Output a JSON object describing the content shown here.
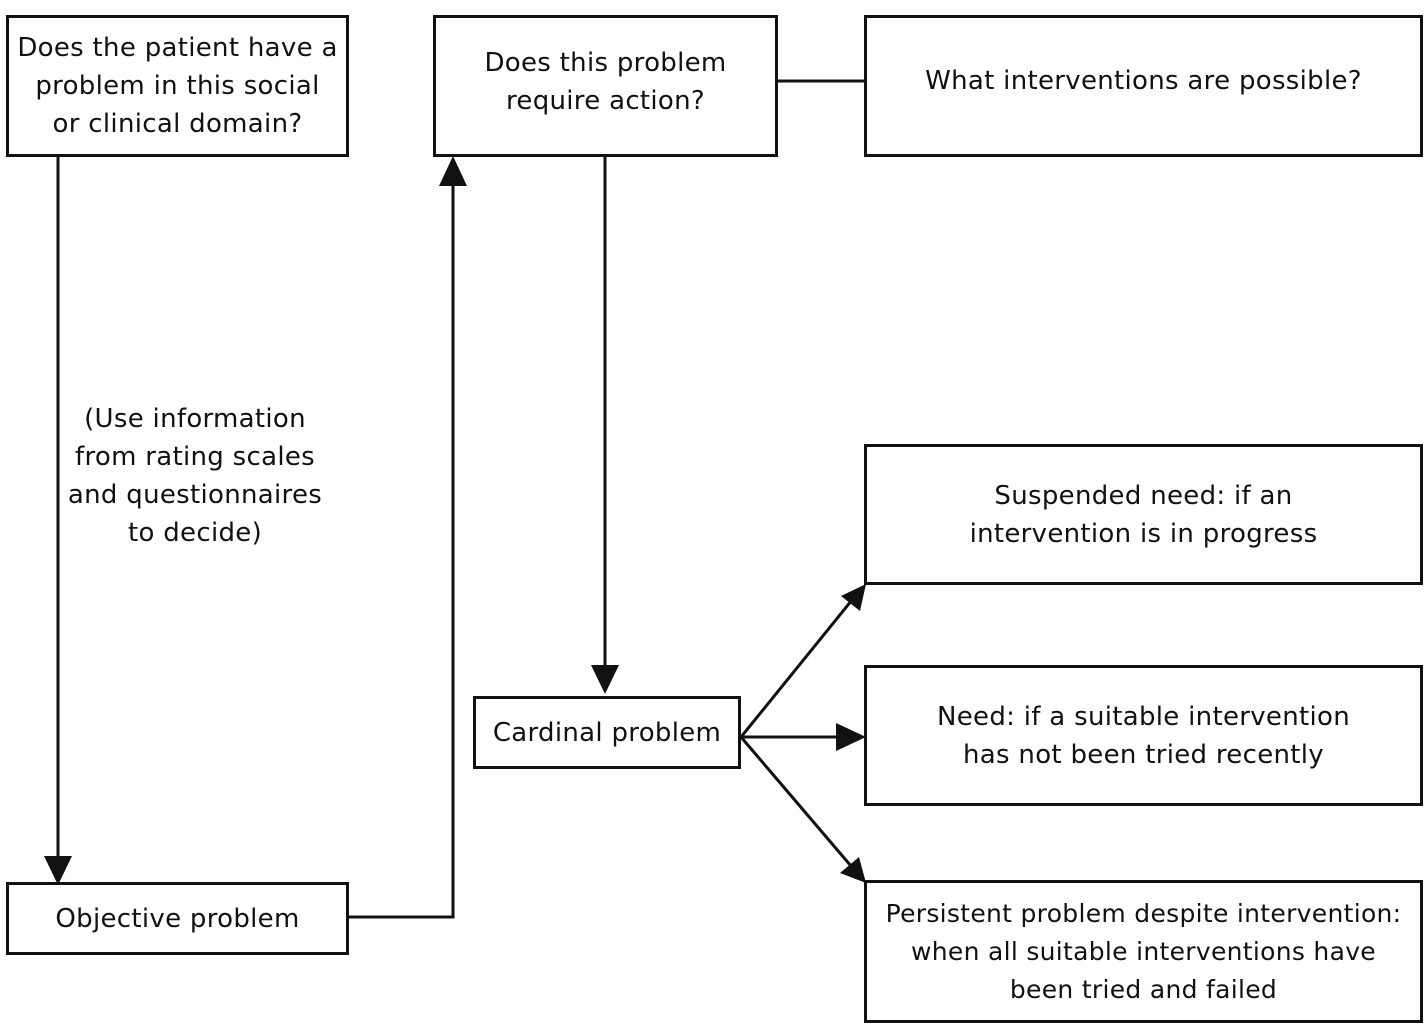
{
  "boxes": {
    "patient_problem": {
      "lines": [
        "Does the patient have a",
        "problem in this social",
        "or clinical domain?"
      ]
    },
    "require_action": {
      "lines": [
        "Does this problem",
        "require action?"
      ]
    },
    "interventions_possible": {
      "lines": [
        "What interventions are possible?"
      ]
    },
    "objective_problem": {
      "lines": [
        "Objective problem"
      ]
    },
    "cardinal_problem": {
      "lines": [
        "Cardinal problem"
      ]
    },
    "suspended_need": {
      "lines": [
        "Suspended need: if an",
        "intervention is in progress"
      ]
    },
    "need": {
      "lines": [
        "Need: if a suitable intervention",
        "has not been tried recently"
      ]
    },
    "persistent_problem": {
      "lines": [
        "Persistent problem despite intervention:",
        "when all suitable interventions have",
        "been tried and failed"
      ]
    }
  },
  "annotation": {
    "lines": [
      "(Use information",
      "from rating scales",
      "and questionnaires",
      "to decide)"
    ]
  },
  "colors": {
    "stroke": "#111111",
    "background": "#ffffff"
  }
}
